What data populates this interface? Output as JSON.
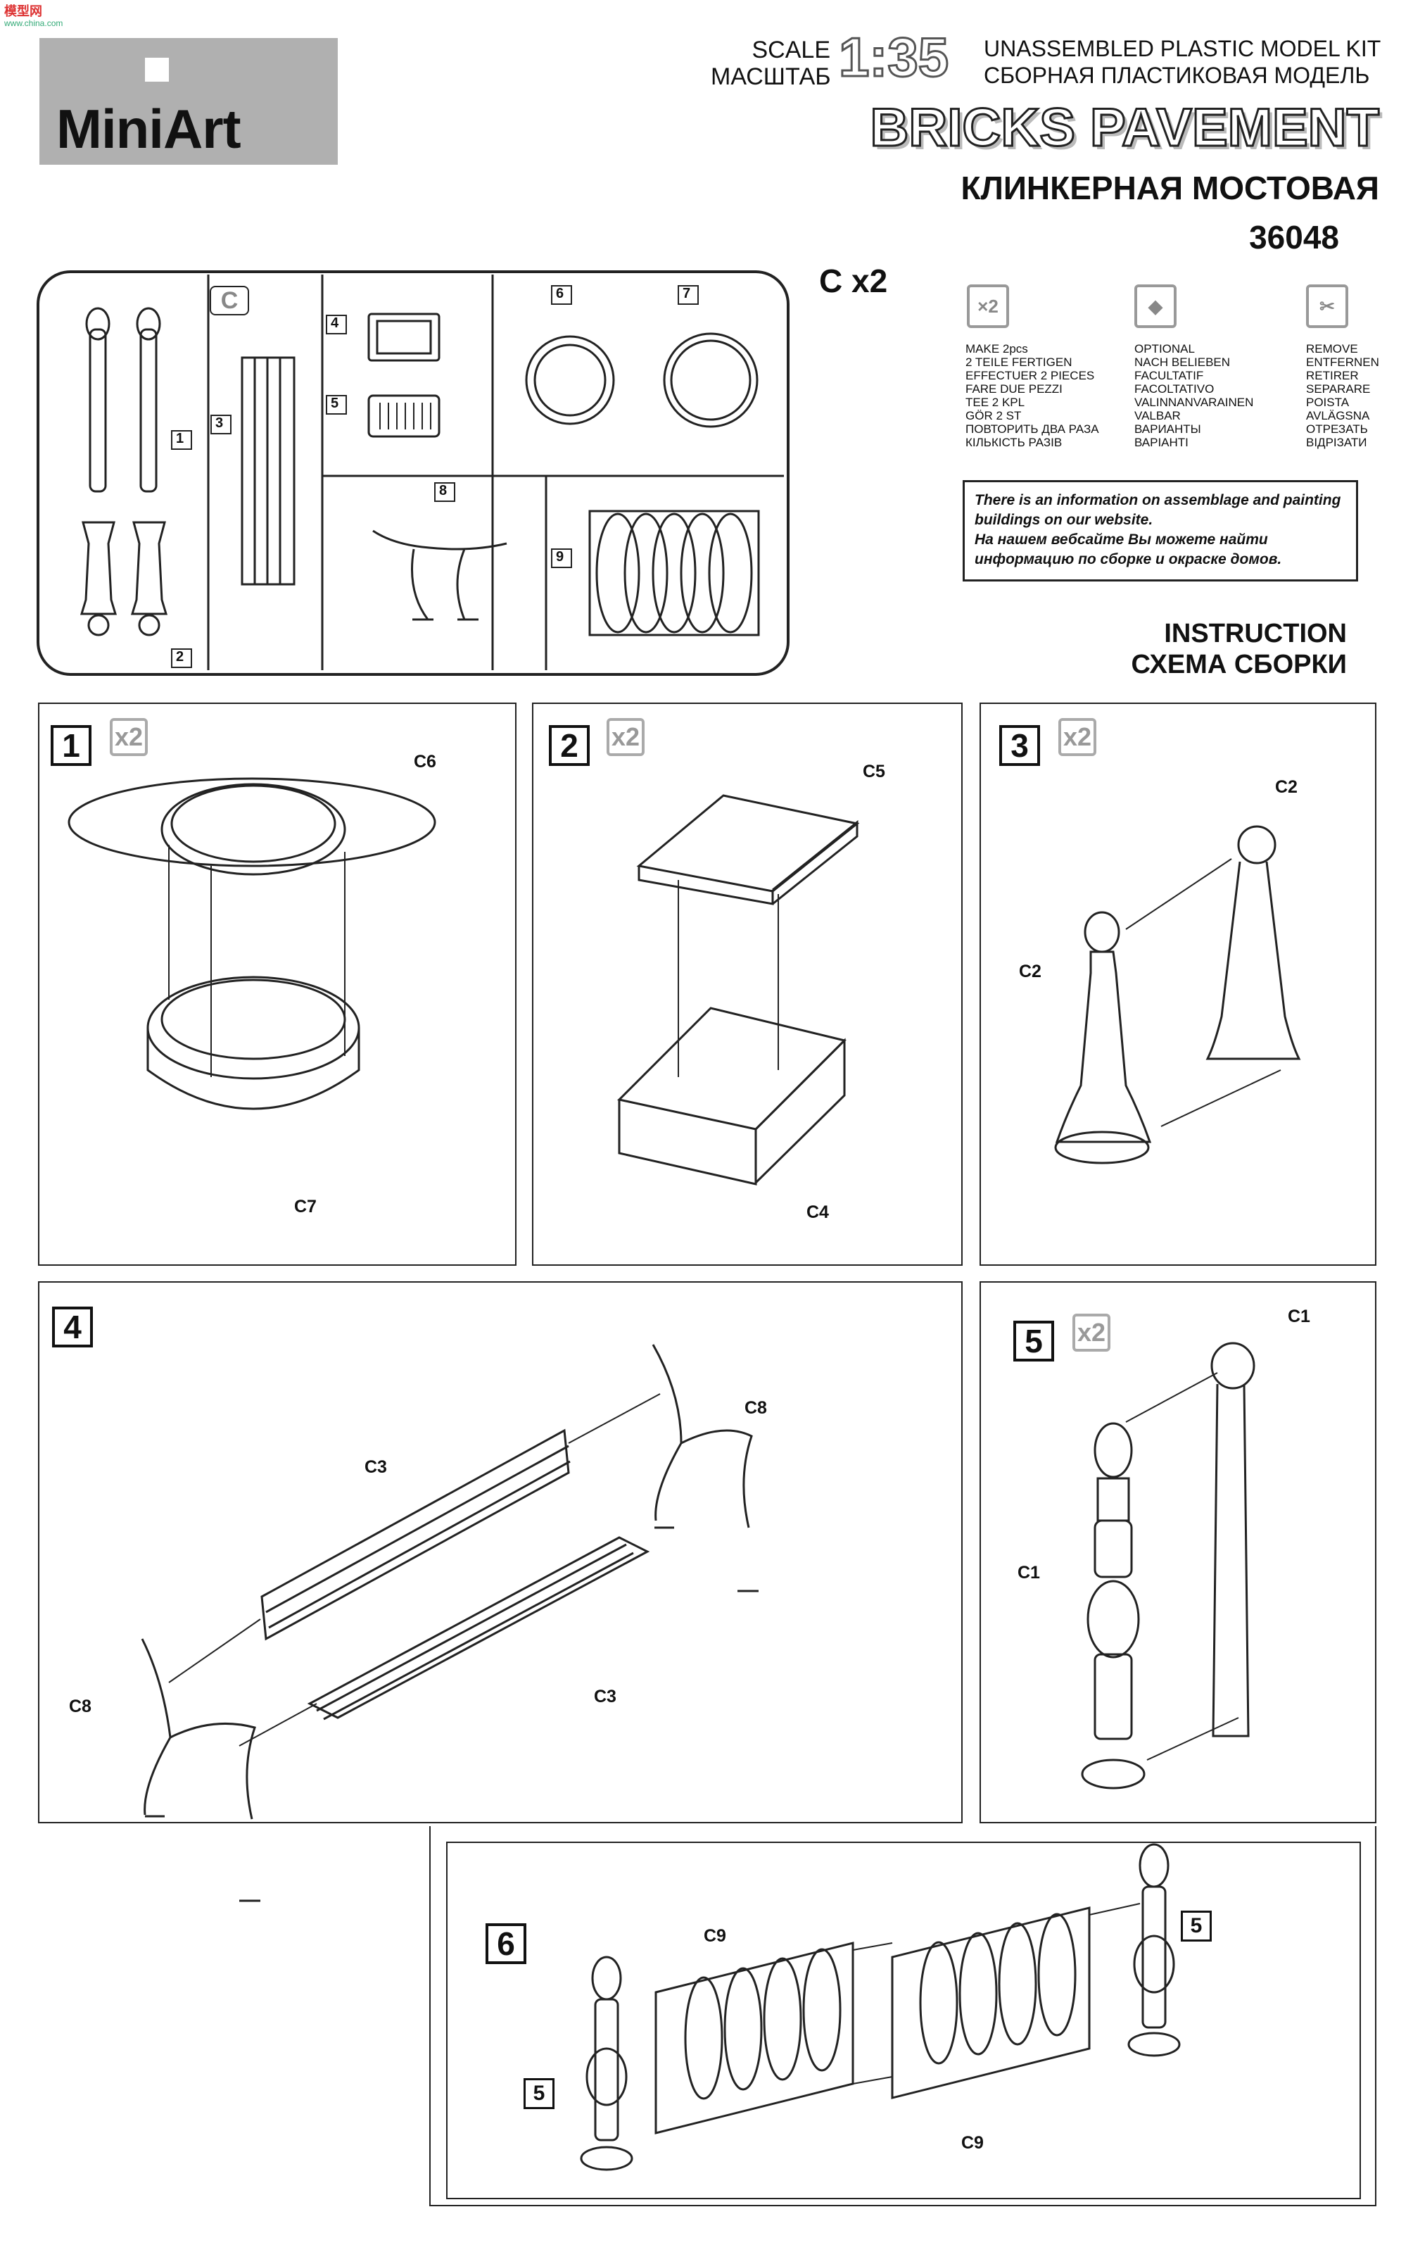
{
  "header": {
    "brand": "MiniArt",
    "scale_label_en": "SCALE",
    "scale_label_ru": "МАСШТАБ",
    "scale_value": "1:35",
    "kit_type_en": "UNASSEMBLED PLASTIC MODEL KIT",
    "kit_type_ru": "СБОРНАЯ ПЛАСТИКОВАЯ МОДЕЛЬ",
    "title_en": "BRICKS PAVEMENT",
    "title_ru": "КЛИНКЕРНАЯ МОСТОВАЯ",
    "kit_number": "36048"
  },
  "sprue": {
    "label": "C",
    "count": "C x2",
    "part_numbers": [
      "1",
      "2",
      "3",
      "4",
      "5",
      "6",
      "7",
      "8",
      "9"
    ]
  },
  "legend": {
    "make_two": {
      "icon": "x2-icon",
      "lines": [
        "MAKE 2pcs",
        "2 TEILE FERTIGEN",
        "EFFECTUER 2 PIECES",
        "FARE DUE PEZZI",
        "TEE 2 KPL",
        "GÖR 2 ST",
        "ПОВТОРИТЬ ДВА РАЗА",
        "КІЛЬКІСТЬ РАЗІВ"
      ]
    },
    "optional": {
      "icon": "optional-icon",
      "lines": [
        "OPTIONAL",
        "NACH BELIEBEN",
        "FACULTATIF",
        "FACOLTATIVO",
        "VALINNANVARAINEN",
        "VALBAR",
        "ВАРИАНТЫ",
        "ВАРІАНТІ"
      ]
    },
    "remove": {
      "icon": "cut-icon",
      "lines": [
        "REMOVE",
        "ENTFERNEN",
        "RETIRER",
        "SEPARARE",
        "POISTA",
        "AVLÄGSNA",
        "ОТРЕЗАТЬ",
        "ВІДРІЗАТИ"
      ]
    }
  },
  "info": {
    "en": "There is an information on assemblage and painting buildings on our website.",
    "ru": "На нашем вебсайте Вы можете найти информацию по сборке и окраске домов."
  },
  "instruction": {
    "en": "INSTRUCTION",
    "ru": "СХЕМА СБОРКИ"
  },
  "steps": [
    {
      "number": "1",
      "multiplier": "x2",
      "parts": [
        "C6",
        "C7"
      ]
    },
    {
      "number": "2",
      "multiplier": "x2",
      "parts": [
        "C5",
        "C4"
      ]
    },
    {
      "number": "3",
      "multiplier": "x2",
      "parts": [
        "C2",
        "C2"
      ]
    },
    {
      "number": "4",
      "multiplier": "",
      "parts": [
        "C3",
        "C8",
        "C8",
        "C3"
      ]
    },
    {
      "number": "5",
      "multiplier": "x2",
      "parts": [
        "C1",
        "C1"
      ]
    },
    {
      "number": "6",
      "multiplier": "",
      "parts": [
        "C9",
        "C9",
        "5",
        "5"
      ]
    }
  ],
  "watermark": {
    "line1": "模型网",
    "line2": "www.china.com"
  }
}
